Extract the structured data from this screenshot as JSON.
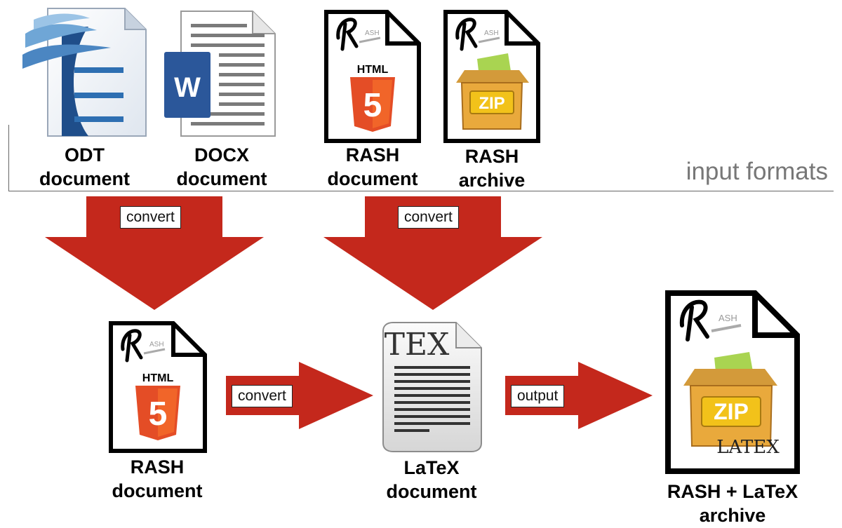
{
  "section_caption": "input formats",
  "inputs": {
    "odt": {
      "line1": "ODT",
      "line2": "document"
    },
    "docx": {
      "line1": "DOCX",
      "line2": "document"
    },
    "rash_doc": {
      "line1": "RASH",
      "line2": "document"
    },
    "rash_archive": {
      "line1": "RASH",
      "line2": "archive"
    }
  },
  "middle": {
    "rash_doc": {
      "line1": "RASH",
      "line2": "document"
    },
    "latex_doc": {
      "line1": "LaTeX",
      "line2": "document"
    }
  },
  "output": {
    "line1": "RASH + LaTeX",
    "line2": "archive"
  },
  "arrows": {
    "down_left": "convert",
    "down_right": "convert",
    "right_1": "convert",
    "right_2": "output"
  },
  "icon_text": {
    "html": "HTML",
    "html_digit": "5",
    "zip": "ZIP",
    "word": "W",
    "tex": "TEX",
    "latex": "LATEX"
  },
  "colors": {
    "arrow_red": "#c4281c",
    "html5_orange": "#e44d26",
    "word_blue": "#2b579a",
    "zip_yellow": "#f2c21a",
    "divider_gray": "#666666",
    "caption_gray": "#777777"
  }
}
